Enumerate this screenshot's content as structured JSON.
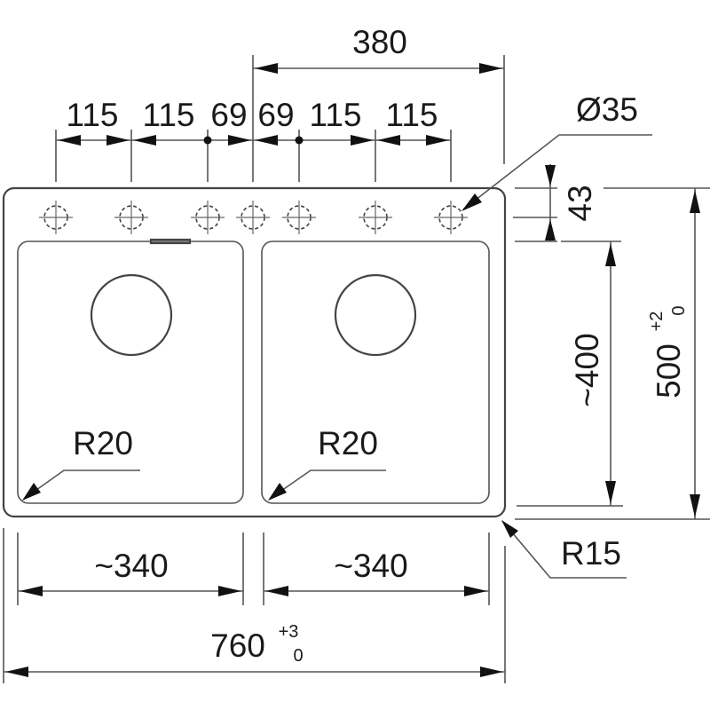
{
  "title": "Double bowl sink dimension drawing",
  "colors": {
    "line": "#555555",
    "text": "#1a1a1a",
    "background": "#ffffff"
  },
  "dimensions": {
    "tap_hole_span": "380",
    "tap_spacings": [
      "115",
      "115",
      "69",
      "69",
      "115",
      "115"
    ],
    "tap_hole_diameter": "Ø35",
    "edge_to_tap_row": "43",
    "bowl_depth": "~400",
    "overall_depth": {
      "value": "500",
      "tol_upper": "+2",
      "tol_lower": "0"
    },
    "bowl_left_width": "~340",
    "bowl_right_width": "~340",
    "overall_width": {
      "value": "760",
      "tol_upper": "+3",
      "tol_lower": "0"
    },
    "bowl_left_radius": "R20",
    "bowl_right_radius": "R20",
    "outer_corner_radius": "R15"
  },
  "tap_holes_count": 7
}
